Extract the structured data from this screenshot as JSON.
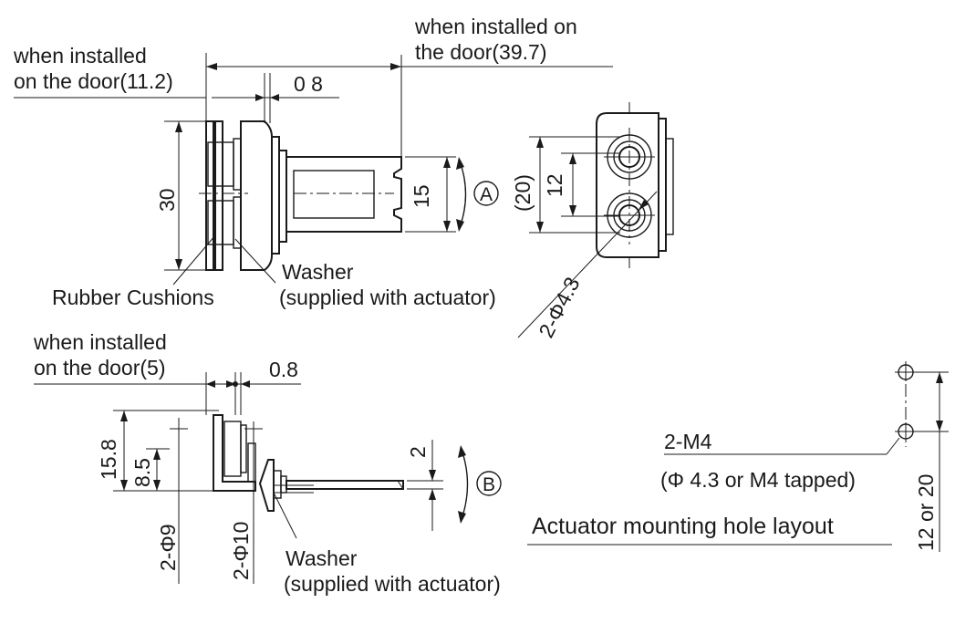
{
  "top_view": {
    "door_left_note_line1": "when installed",
    "door_left_note_line2": "on the door(11.2)",
    "door_right_note_line1": "when installed on",
    "door_right_note_line2": "the door(39.7)",
    "dim_gap": "0 8",
    "dim_height": "30",
    "dim_tongue": "15",
    "view_marker": "A",
    "rubber_label": "Rubber Cushions",
    "washer_line1": "Washer",
    "washer_line2": "(supplied with actuator)"
  },
  "side_view": {
    "dim_20": "(20)",
    "dim_12": "12",
    "hole_label": "2-Φ4.3"
  },
  "bottom_view": {
    "door_note_line1": "when installed",
    "door_note_line2": "on the door(5)",
    "dim_gap": "0.8",
    "dim_158": "15.8",
    "dim_85": "8.5",
    "dim_2": "2",
    "view_marker": "B",
    "dia9": "2-Φ9",
    "dia10": "2-Φ10",
    "washer_line1": "Washer",
    "washer_line2": "(supplied with actuator)"
  },
  "hole_layout": {
    "thread_label": "2-M4",
    "thread_note": "(Φ 4.3 or M4 tapped)",
    "title": "Actuator mounting hole layout",
    "pitch": "12 or 20"
  }
}
